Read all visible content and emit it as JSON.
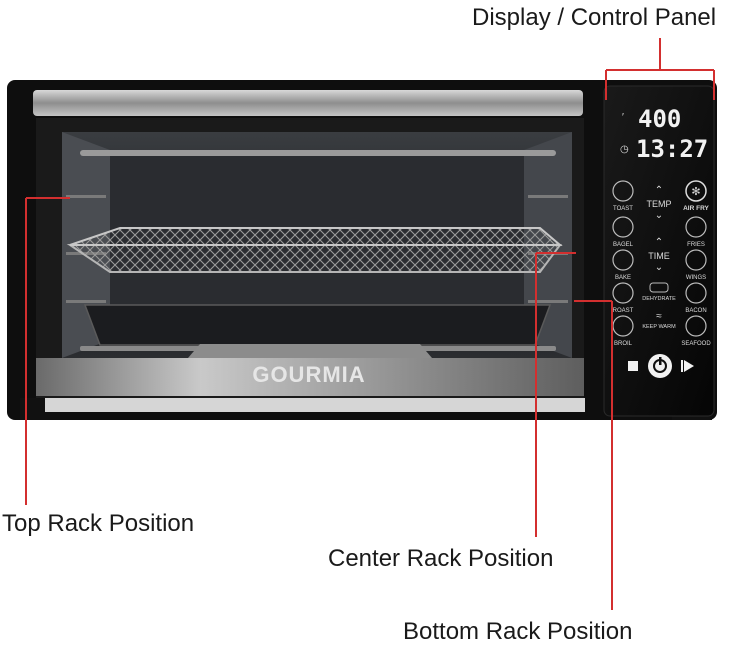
{
  "callouts": {
    "display_panel": "Display / Control Panel",
    "top_rack": "Top Rack Position",
    "center_rack": "Center Rack Position",
    "bottom_rack": "Bottom Rack Position"
  },
  "oven": {
    "brand": "GOURMIA",
    "display": {
      "temperature": "400",
      "time": "13:27"
    },
    "left_buttons": [
      "TOAST",
      "BAGEL",
      "BAKE",
      "ROAST",
      "BROIL"
    ],
    "center_controls": [
      "TEMP",
      "TIME",
      "DEHYDRATE",
      "KEEP WARM"
    ],
    "right_buttons": [
      "AIR FRY",
      "FRIES",
      "WINGS",
      "BACON",
      "SEAFOOD"
    ]
  },
  "colors": {
    "callout_line": "#d32f2f",
    "oven_body": "#111111",
    "steel": "#9a9a9a"
  }
}
